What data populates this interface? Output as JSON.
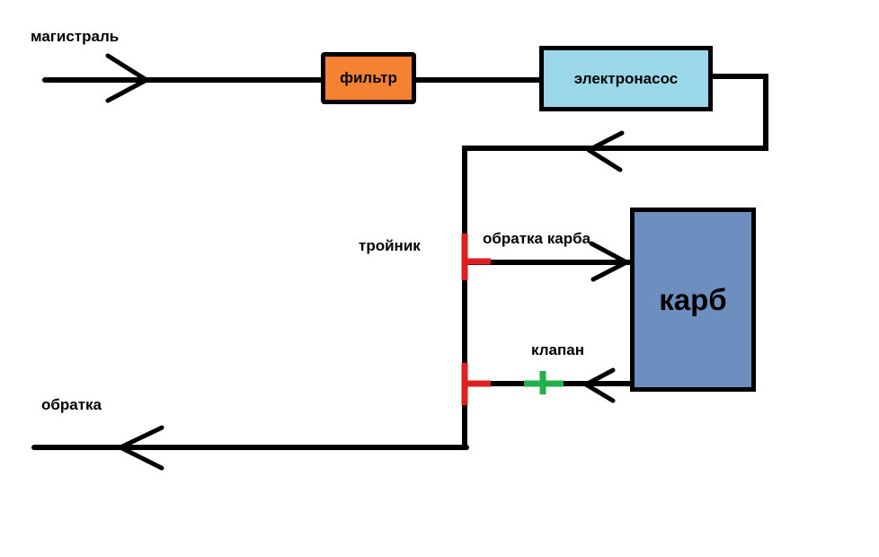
{
  "labels": {
    "main_line": "магистраль",
    "filter": "фильтр",
    "pump": "электронасос",
    "tee": "тройник",
    "carb_return": "обратка карба",
    "carb": "карб",
    "valve": "клапан",
    "return": "обратка"
  },
  "colors": {
    "line": "#000000",
    "filter_fill": "#f58233",
    "pump_fill": "#9ad7e8",
    "carb_fill": "#6d8fbf",
    "tee_mark": "#e02020",
    "valve_mark": "#22b04b"
  }
}
